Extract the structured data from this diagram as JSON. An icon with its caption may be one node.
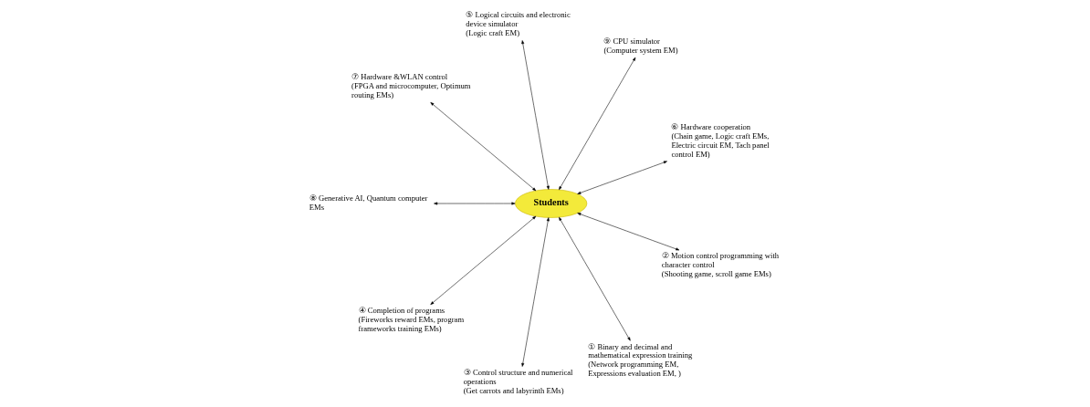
{
  "diagram": {
    "nodes": [
      {
        "text": [
          "⑥ Hardware cooperation",
          "(Chain game, Logic craft EMs, Electric circuit EM, Tach panel control EM)"
        ]
      },
      {
        "text": [
          "⑨ CPU simulator",
          "(Computer system EM)"
        ]
      },
      {
        "text": [
          "⑤ Logical circuits and electronic device simulator",
          "(Logic craft EM)"
        ]
      },
      {
        "text": [
          "⑦ Hardware &WLAN control",
          "(FPGA and microcomputer, Optimum routing EMs)"
        ]
      },
      {
        "text": [
          "⑧ Generative AI, Quantum computer EMs"
        ]
      },
      {
        "text": [
          "Students"
        ]
      },
      {
        "text": [
          "④ Completion of programs",
          "(Fireworks reward EMs, program frameworks training EMs)"
        ]
      },
      {
        "text": [
          "③ Control structure and numerical operations",
          "(Get carrots and labyrinth EMs)"
        ]
      },
      {
        "text": [
          "① Binary and decimal and mathematical expression training",
          "(Network programming EM, Expressions evaluation EM, )"
        ]
      },
      {
        "text": [
          "② Motion control programming with character control",
          "(Shooting game, scroll game EMs)"
        ]
      }
    ],
    "edges": [
      {
        "from": 5,
        "to": 0,
        "arrow": "both"
      },
      {
        "from": 5,
        "to": 1,
        "arrow": "both"
      },
      {
        "from": 5,
        "to": 2,
        "arrow": "both"
      },
      {
        "from": 5,
        "to": 3,
        "arrow": "both"
      },
      {
        "from": 5,
        "to": 4,
        "arrow": "both"
      },
      {
        "from": 5,
        "to": 6,
        "arrow": "both"
      },
      {
        "from": 5,
        "to": 7,
        "arrow": "both"
      },
      {
        "from": 5,
        "to": 8,
        "arrow": "both"
      },
      {
        "from": 5,
        "to": 9,
        "arrow": "both"
      }
    ]
  }
}
